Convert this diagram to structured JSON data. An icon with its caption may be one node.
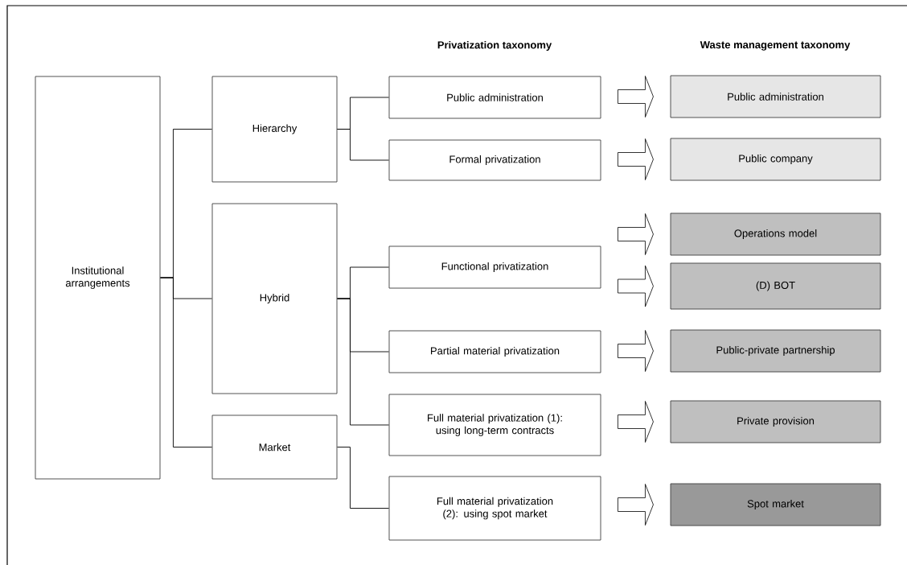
{
  "diagram": {
    "nodes": [
      {
        "text": [
          "Institutional arrangements"
        ]
      },
      {
        "text": [
          "Hierarchy"
        ]
      },
      {
        "text": [
          "Hybrid"
        ]
      },
      {
        "text": [
          "Market"
        ]
      },
      {
        "text": [
          "Public administration"
        ]
      },
      {
        "text": [
          "Formal privatization"
        ]
      },
      {
        "text": [
          "Functional privatization"
        ]
      },
      {
        "text": [
          "Partial material privatization"
        ]
      },
      {
        "text": [
          "Full material privatization (1): using long-term contracts"
        ]
      },
      {
        "text": [
          "Full material privatization (2): using spot market"
        ]
      },
      {
        "text": [
          "Public administration"
        ]
      },
      {
        "text": [
          "Public company"
        ]
      },
      {
        "text": [
          "Operations model"
        ]
      },
      {
        "text": [
          "(D) BOT"
        ]
      },
      {
        "text": [
          "Public-private partnership"
        ]
      },
      {
        "text": [
          "Private provision"
        ]
      },
      {
        "text": [
          "Spot market"
        ]
      }
    ],
    "edges": [
      {
        "from": 0,
        "to": 1,
        "arrow": "none"
      },
      {
        "from": 0,
        "to": 2,
        "arrow": "none"
      },
      {
        "from": 0,
        "to": 3,
        "arrow": "none"
      },
      {
        "from": 1,
        "to": 4,
        "arrow": "none"
      },
      {
        "from": 1,
        "to": 5,
        "arrow": "none"
      },
      {
        "from": 2,
        "to": 6,
        "arrow": "none"
      },
      {
        "from": 2,
        "to": 7,
        "arrow": "none"
      },
      {
        "from": 2,
        "to": 8,
        "arrow": "none"
      },
      {
        "from": 3,
        "to": 9,
        "arrow": "none"
      },
      {
        "from": 4,
        "to": 10,
        "arrow": "to"
      },
      {
        "from": 5,
        "to": 11,
        "arrow": "to"
      },
      {
        "from": 6,
        "to": 12,
        "arrow": "to"
      },
      {
        "from": 6,
        "to": 13,
        "arrow": "to"
      },
      {
        "from": 7,
        "to": 14,
        "arrow": "to"
      },
      {
        "from": 8,
        "to": 15,
        "arrow": "to"
      },
      {
        "from": 9,
        "to": 16,
        "arrow": "to"
      }
    ],
    "labels": [
      "Privatization taxonomy",
      "Waste management taxonomy"
    ]
  }
}
